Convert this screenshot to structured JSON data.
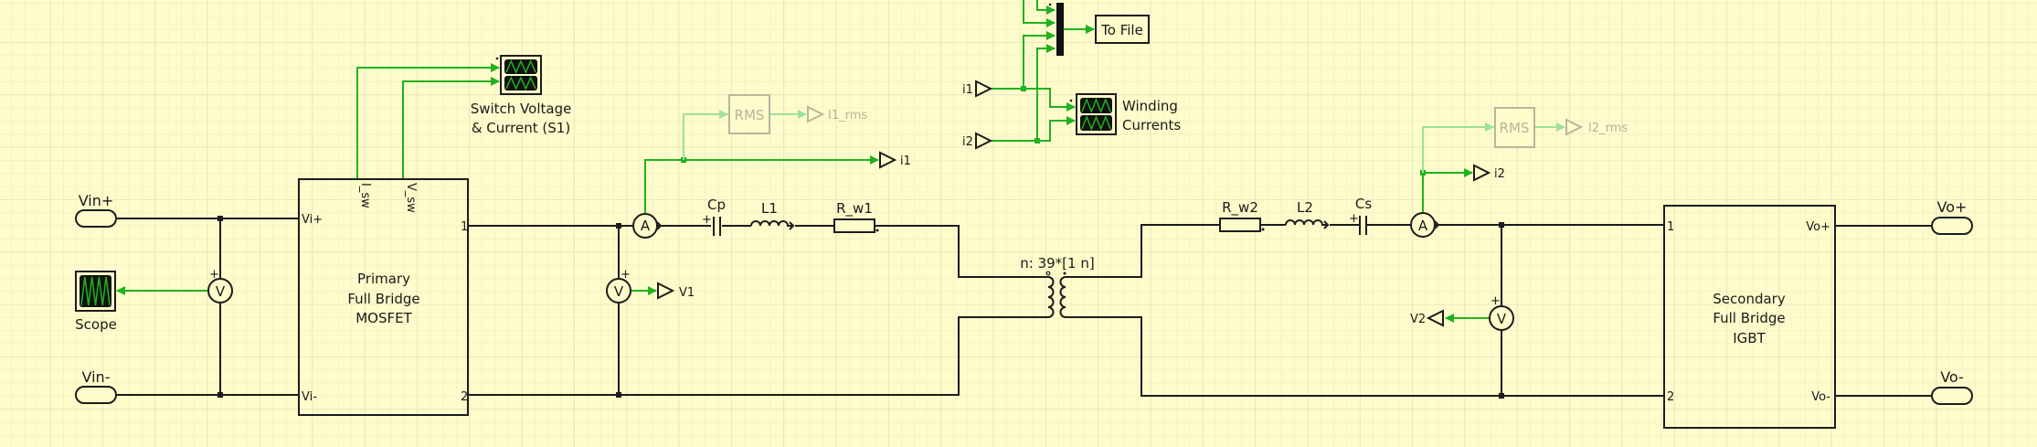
{
  "app": {
    "view": "schematic-editor"
  },
  "colors": {
    "background": "#fefccb",
    "grid_minor": "#f2efc3",
    "grid_major": "#e6e2bd",
    "wire": "#1c1c1c",
    "signal": "#1fb21f",
    "signal_faded": "#9fe09a",
    "disabled_text": "#b5b49a"
  },
  "ports": {
    "vin_plus": "Vin+",
    "vin_minus": "Vin-",
    "vo_plus": "Vo+",
    "vo_minus": "Vo-"
  },
  "primary_bridge": {
    "title_lines": [
      "Primary",
      "Full Bridge",
      "MOSFET"
    ],
    "pin_vi_plus": "Vi+",
    "pin_vi_minus": "Vi-",
    "pin_1": "1",
    "pin_2": "2",
    "out_i_sw": "I_sw",
    "out_v_sw": "V_sw"
  },
  "secondary_bridge": {
    "title_lines": [
      "Secondary",
      "Full Bridge",
      "IGBT"
    ],
    "pin_1": "1",
    "pin_2": "2",
    "pin_vo_plus": "Vo+",
    "pin_vo_minus": "Vo-"
  },
  "scopes": {
    "input_scope": "Scope",
    "switch_scope_lines": [
      "Switch Voltage",
      "& Current (S1)"
    ],
    "winding_scope_lines": [
      "Winding",
      "Currents"
    ]
  },
  "meters": {
    "ammeter_symbol": "A",
    "voltmeter_symbol": "V",
    "plus_sign": "+"
  },
  "primary_branch": {
    "capacitor": "Cp",
    "inductor": "L1",
    "resistor": "R_w1"
  },
  "secondary_branch": {
    "resistor": "R_w2",
    "inductor": "L2",
    "capacitor": "Cs"
  },
  "transformer": {
    "label": "n: 39*[1 n]"
  },
  "signals": {
    "i1": "i1",
    "i2": "i2",
    "v1": "V1",
    "v2": "V2",
    "i1_rms": "I1_rms",
    "i2_rms": "I2_rms",
    "rms_block": "RMS",
    "to_file": "To File",
    "winding_in_i1": "i1",
    "winding_in_i2": "i2"
  }
}
